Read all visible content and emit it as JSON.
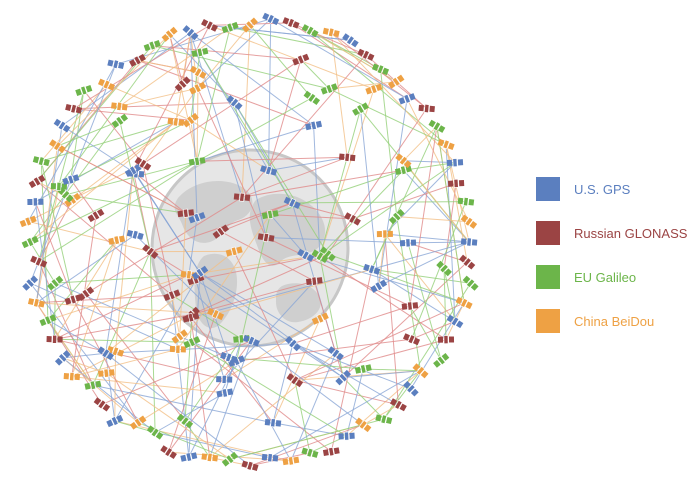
{
  "legend": {
    "items": [
      {
        "key": "gps",
        "label": "U.S. GPS",
        "color": "#5b7fbf",
        "line": "#8aa6d6"
      },
      {
        "key": "glonass",
        "label": "Russian GLONASS",
        "color": "#9b4444",
        "line": "#e08a8a"
      },
      {
        "key": "galileo",
        "label": "EU Galileo",
        "color": "#6cb54a",
        "line": "#93cf78"
      },
      {
        "key": "beidou",
        "label": "China BeiDou",
        "color": "#eea144",
        "line": "#f2bf86"
      }
    ]
  },
  "icons": {
    "satellite": "satellite-icon",
    "globe": "globe-icon"
  }
}
